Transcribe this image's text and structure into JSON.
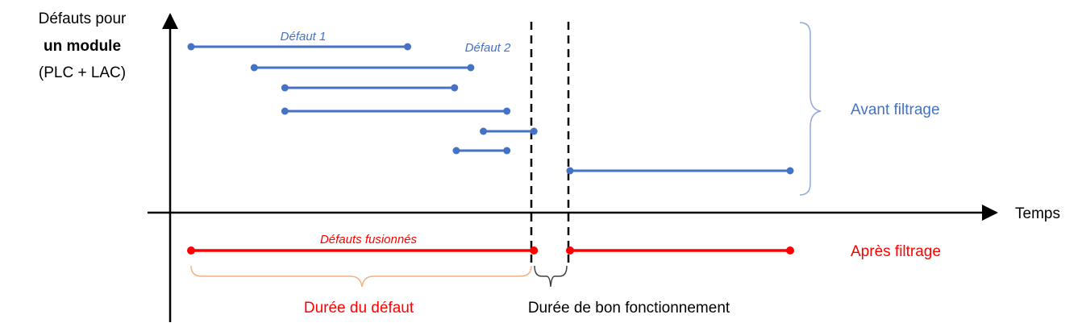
{
  "y_axis_label": {
    "line1": "Défauts pour",
    "line2": "un module",
    "line3": "(PLC + LAC)"
  },
  "x_axis_label": "Temps",
  "labels": {
    "defaut1": "Défaut 1",
    "defaut2": "Défaut 2",
    "avant": "Avant filtrage",
    "apres": "Après filtrage",
    "fusion": "Défauts fusionnés",
    "duree_defaut": "Durée du défaut",
    "duree_bon": "Durée de bon fonctionnement"
  },
  "colors": {
    "blue": "#4472c4",
    "red": "#ff0000",
    "axis": "#000000",
    "brace_blue": "#8eaadb",
    "brace_red": "#f4b183",
    "brace_black": "#404040"
  },
  "faults_before": [
    {
      "start": 0.0,
      "end": 6.0
    },
    {
      "start": 1.75,
      "end": 7.75
    },
    {
      "start": 2.6,
      "end": 7.3
    },
    {
      "start": 2.6,
      "end": 8.75
    },
    {
      "start": 8.1,
      "end": 9.5
    },
    {
      "start": 7.35,
      "end": 8.75
    },
    {
      "start": 10.5,
      "end": 16.6
    }
  ],
  "faults_after": [
    {
      "start": 0.0,
      "end": 9.5
    },
    {
      "start": 10.5,
      "end": 16.6
    }
  ]
}
